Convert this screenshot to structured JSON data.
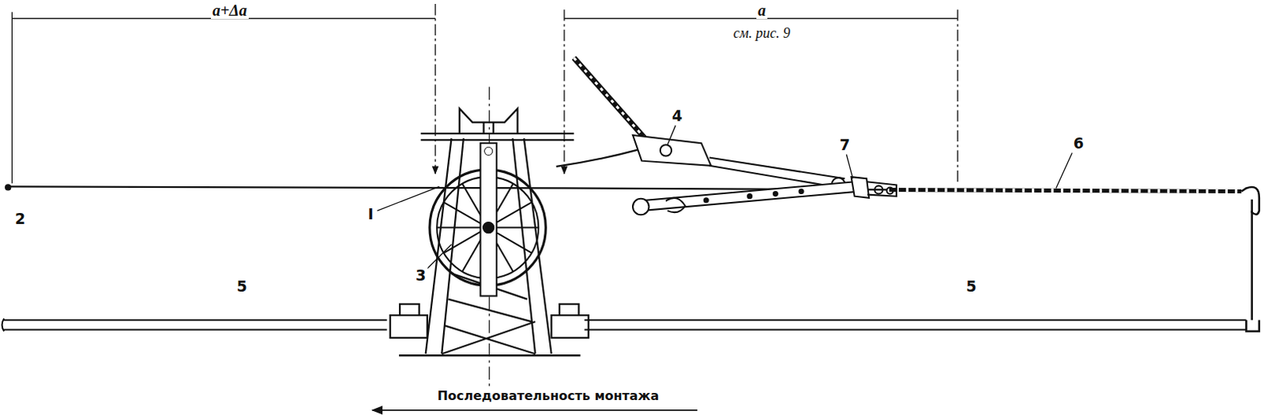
{
  "diagram": {
    "labels": [
      "a+Δa",
      "a",
      "см. рис. 9",
      "2",
      "I",
      "3",
      "4",
      "7",
      "6",
      "5",
      "5",
      "Последовательность монтажа"
    ]
  }
}
